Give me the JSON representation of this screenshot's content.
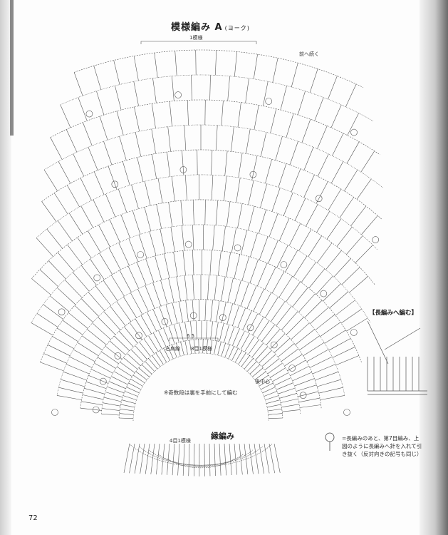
{
  "pattern_a": {
    "title": "模様編み A",
    "subtitle": "(ヨーク)",
    "repeat_label": "1模様",
    "continue_label": "前へ続く",
    "shoulder_label": "右肩線",
    "rows_label": "8目1模様",
    "repeat_digits": "6 5",
    "back_center_label": "後中心",
    "note": "※奇数段は裏を手前にして編む"
  },
  "edge": {
    "title": "縁編み",
    "repeat_label": "4目1模様"
  },
  "inset": {
    "title": "【長編みへ編む】"
  },
  "legend": {
    "line1": "=長編みのあと、第7目編み、上",
    "line2": "図のように長編みへ針を入れて引",
    "line3": "き抜く（反対向きの記号も同じ）"
  },
  "page_number": "72"
}
